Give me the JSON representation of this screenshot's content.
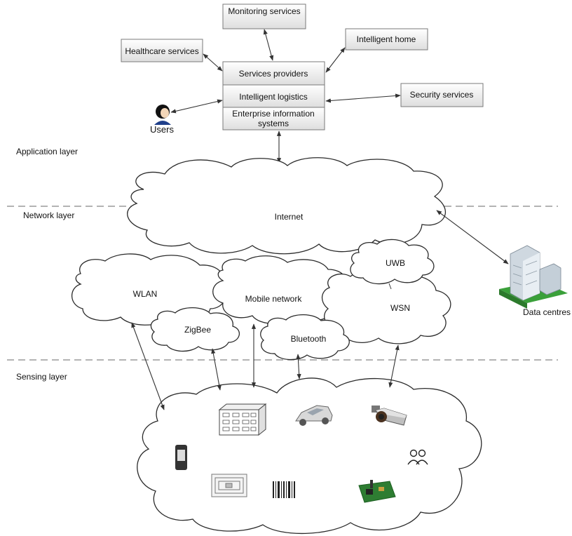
{
  "layers": {
    "application": "Application layer",
    "network": "Network layer",
    "sensing": "Sensing layer"
  },
  "services": {
    "monitoring": "Monitoring services",
    "healthcare": "Healthcare services",
    "intelligent_home": "Intelligent home",
    "security": "Security services",
    "users": "Users"
  },
  "stack": {
    "providers": "Services providers",
    "logistics": "Intelligent logistics",
    "enterprise": "Enterprise information systems"
  },
  "networks": {
    "internet": "Internet",
    "wlan": "WLAN",
    "mobile": "Mobile network",
    "zigbee": "ZigBee",
    "bluetooth": "Bluetooth",
    "uwb": "UWB",
    "wsn": "WSN"
  },
  "data_centres": "Data centres",
  "icons": [
    "user-icon",
    "building-icon",
    "car-icon",
    "camera-icon",
    "people-icon",
    "phone-icon",
    "rfid-tag-icon",
    "barcode-icon",
    "circuit-board-icon",
    "data-centre-icon"
  ],
  "colors": {
    "data_centre_lawn": "#3aa03a",
    "building": "#cfd8e0",
    "board": "#2e7d32"
  }
}
